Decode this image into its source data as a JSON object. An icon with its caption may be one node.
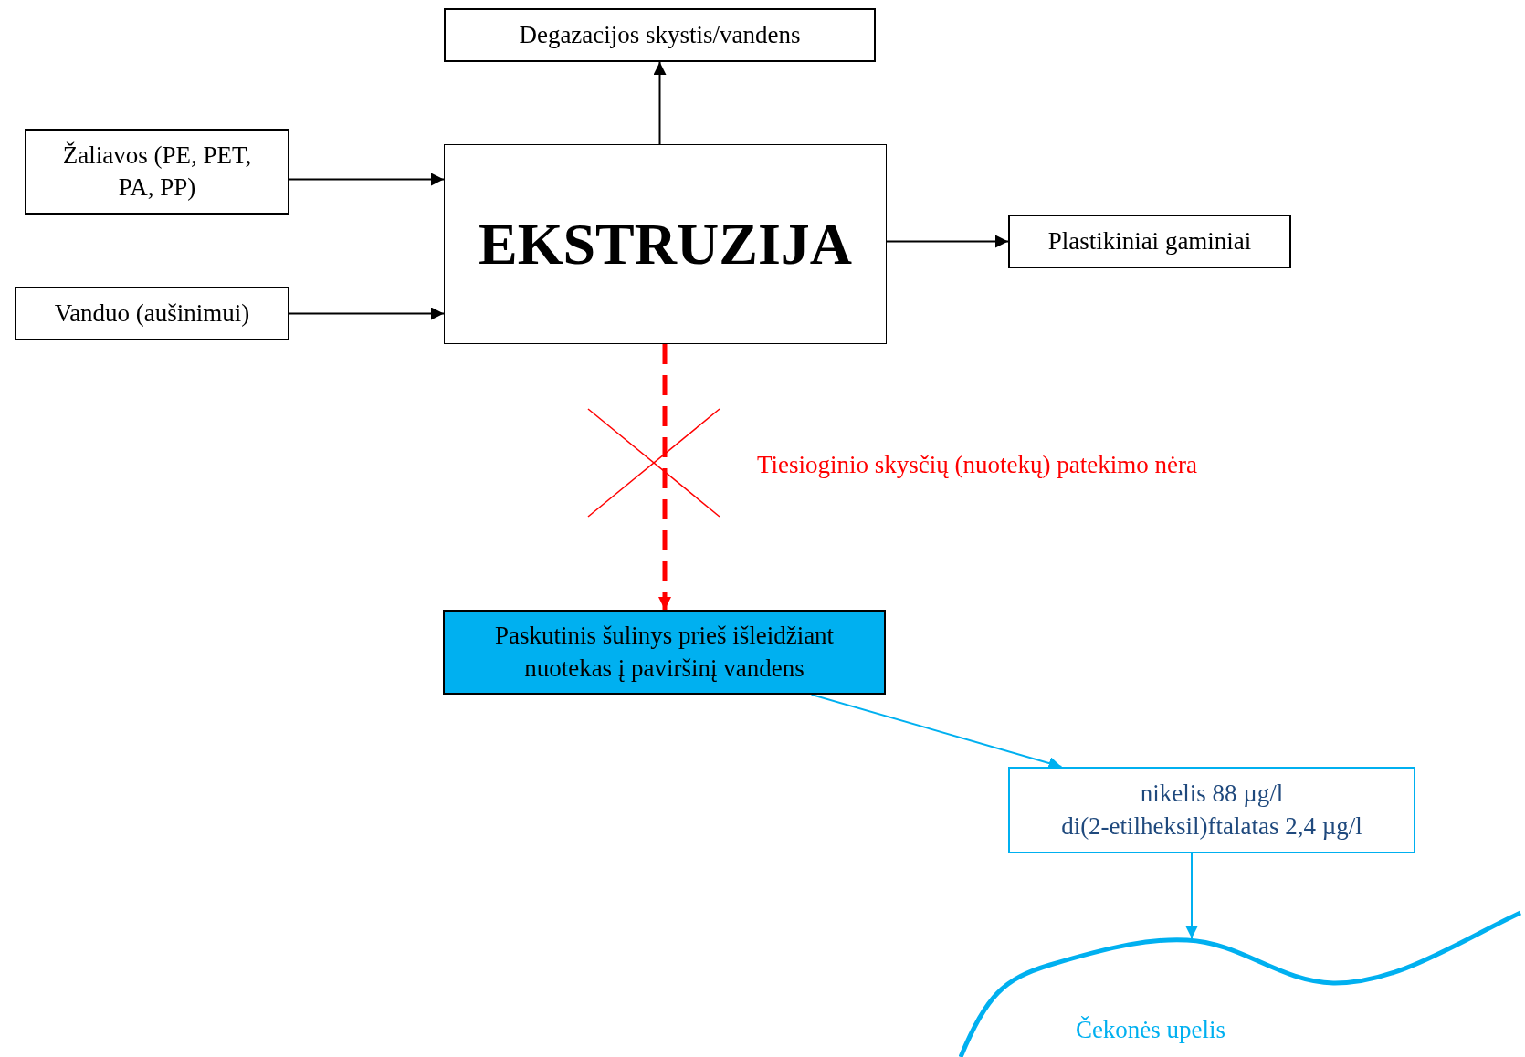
{
  "diagram": {
    "nodes": [
      {
        "text": [
          "Degazacijos skystis/vandens"
        ]
      },
      {
        "text": [
          "Žaliavos (PE, PET, PA, PP)"
        ]
      },
      {
        "text": [
          "EKSTRUZIJA"
        ]
      },
      {
        "text": [
          "Plastikiniai gaminiai"
        ]
      },
      {
        "text": [
          "Vanduo (aušinimui)"
        ]
      },
      {
        "text": [
          "Paskutinis šulinys prieš išleidžiant nuotekas į paviršinį vandens"
        ]
      },
      {
        "text": [
          "nikelis 88 µg/l",
          "di(2-etilheksil)ftalatas 2,4 µg/l"
        ]
      },
      {
        "text": [
          "Čekonės upelis"
        ]
      }
    ],
    "edges": [
      {
        "from": 1,
        "to": 2,
        "arrow": "to"
      },
      {
        "from": 4,
        "to": 2,
        "arrow": "to"
      },
      {
        "from": 2,
        "to": 0,
        "arrow": "to"
      },
      {
        "from": 2,
        "to": 3,
        "arrow": "to"
      },
      {
        "from": 2,
        "to": 5,
        "arrow": "to",
        "style": "dashed",
        "color": "#ff0000"
      },
      {
        "from": 5,
        "to": 6,
        "arrow": "to",
        "color": "#00b0f0"
      },
      {
        "from": 6,
        "to": 7,
        "arrow": "to",
        "color": "#00b0f0"
      }
    ],
    "labels": [
      "Tiesioginio skysčių (nuotekų) patekimo nėra"
    ]
  }
}
